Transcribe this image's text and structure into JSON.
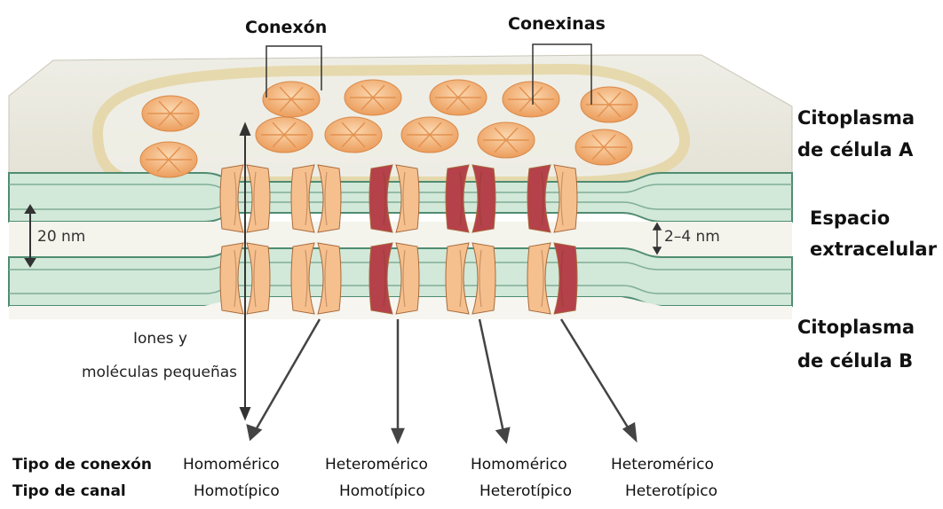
{
  "labels": {
    "conexon": "Conexón",
    "conexinas": "Conexinas",
    "citoplasma_a_line1": "Citoplasma",
    "citoplasma_a_line2": "de célula A",
    "espacio_line1": "Espacio",
    "espacio_line2": "extracelular",
    "citoplasma_b_line1": "Citoplasma",
    "citoplasma_b_line2": "de célula B",
    "gap_20nm": "20 nm",
    "gap_2_4nm": "2–4 nm",
    "iones_line1": "Iones y",
    "iones_line2": "moléculas pequeñas"
  },
  "table": {
    "row1_header": "Tipo de conexón",
    "row2_header": "Tipo de canal",
    "columns": [
      {
        "conexon": "Homomérico",
        "canal": "Homotípico"
      },
      {
        "conexon": "Heteromérico",
        "canal": "Homotípico"
      },
      {
        "conexon": "Homomérico",
        "canal": "Heterotípico"
      },
      {
        "conexon": "Heteromérico",
        "canal": "Heterotípico"
      }
    ]
  },
  "colors": {
    "connexin_light": "#f6c08e",
    "connexin_mid": "#eeaa6c",
    "connexin_dark": "#b5414a",
    "membrane": "#cfe6d6",
    "membrane_edge": "#4f8c72",
    "cytoplasm": "#ecebe1"
  }
}
